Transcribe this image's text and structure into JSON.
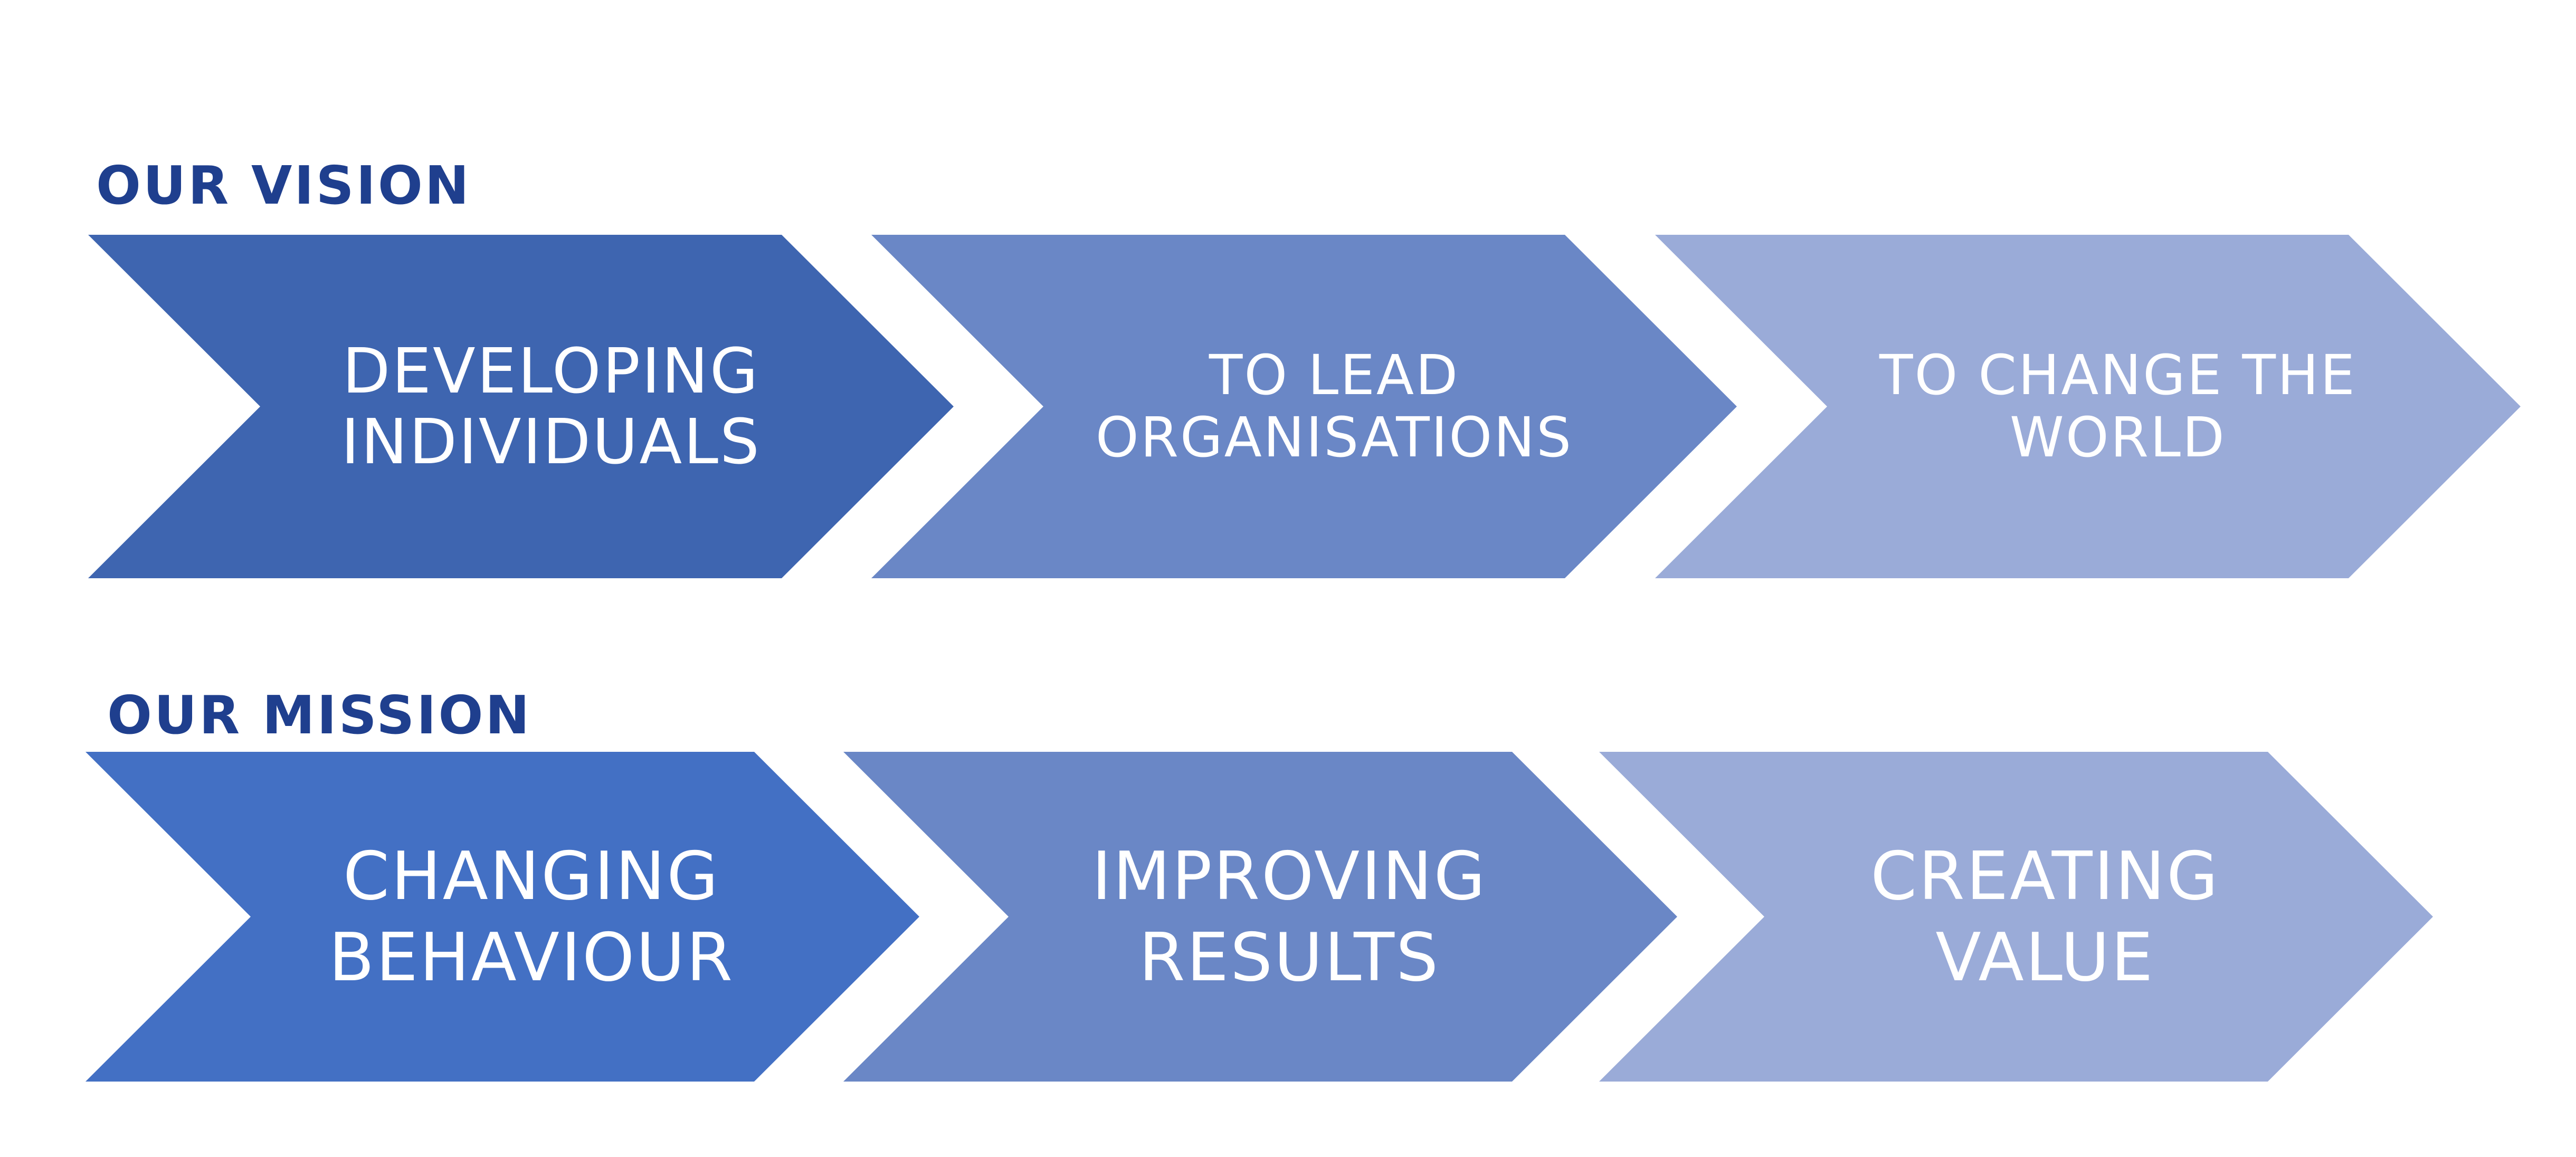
{
  "colors": {
    "label": "#1f3f8e",
    "text": "#ffffff",
    "vision": [
      "#3e65b0",
      "#6a87c6",
      "#9aabd8"
    ],
    "mission": [
      "#4370c4",
      "#6a87c6",
      "#9aabd8"
    ]
  },
  "vision": {
    "label": "OUR VISION",
    "steps": [
      {
        "text": "DEVELOPING\nINDIVIDUALS"
      },
      {
        "text": "TO LEAD\nORGANISATIONS"
      },
      {
        "text": "TO CHANGE THE\nWORLD"
      }
    ]
  },
  "mission": {
    "label": "OUR MISSION",
    "steps": [
      {
        "text": "CHANGING\nBEHAVIOUR"
      },
      {
        "text": "IMPROVING\nRESULTS"
      },
      {
        "text": "CREATING\nVALUE"
      }
    ]
  }
}
